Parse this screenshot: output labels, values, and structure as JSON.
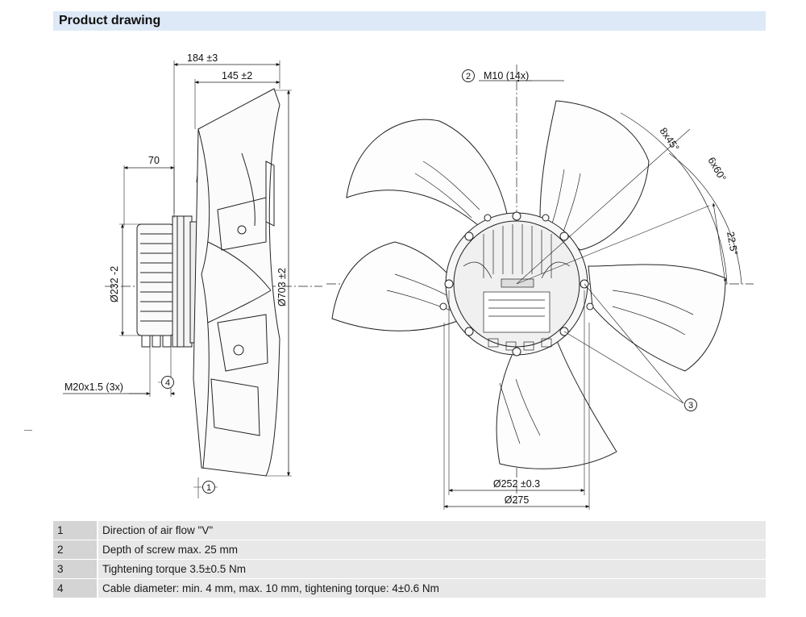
{
  "header": {
    "title": "Product drawing"
  },
  "side_view": {
    "dim_depth_total": "184 ±3",
    "dim_depth_wheel": "145 ±2",
    "dim_motor": "70",
    "dim_motor_diameter": "Ø232 -2",
    "dim_wheel_diameter": "Ø703 ±2",
    "cable_gland": "M20x1.5 (3x)",
    "callout_airflow": "1",
    "callout_cable": "4"
  },
  "front_view": {
    "callout_screw": "2",
    "screw_thread": "M10 (14x)",
    "angle_8x45": "8x45°",
    "angle_6x60": "6x60°",
    "angle_offset": "22.5°",
    "callout_torque": "3",
    "dim_bolt_circle": "Ø252 ±0.3",
    "dim_flange": "Ø275"
  },
  "legend": [
    {
      "num": "1",
      "text": "Direction of air flow \"V\""
    },
    {
      "num": "2",
      "text": "Depth of screw max. 25 mm"
    },
    {
      "num": "3",
      "text": "Tightening torque 3.5±0.5 Nm"
    },
    {
      "num": "4",
      "text": "Cable diameter: min. 4 mm, max. 10 mm, tightening torque: 4±0.6 Nm"
    }
  ]
}
